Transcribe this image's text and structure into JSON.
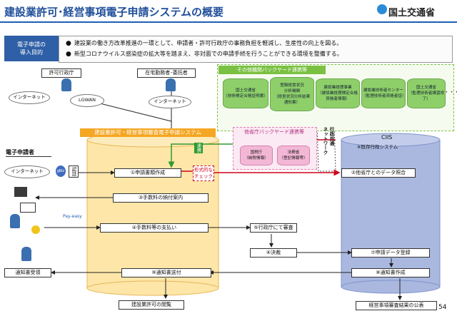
{
  "header": {
    "title": "建設業許可･経営事項電子申請システムの概要",
    "ministry": "国土交通省"
  },
  "purpose": {
    "label": "電子申請の\n導入目的",
    "lines": [
      "建設業の働き方改革推進の一環として、申請者・許可行政庁の事務負担を軽減し、生産性の向上を図る。",
      "新型コロナウイルス感染症の拡大等を踏まえ、非対面での申請手続を行うことができる環境を整備する。"
    ],
    "bullet": "●"
  },
  "actors": {
    "admin": "許可行政庁",
    "remote": "在宅勤務者･委託者",
    "applicant": "電子申請者",
    "internet": "インターネット",
    "lgwan": "LGWAN",
    "auth": "認証",
    "gbiz": "gBiz"
  },
  "system": {
    "jcip_head": "建設業許可・経営事項審査電子申請システム",
    "cis": "CIIS",
    "cis_sub": "※既存行政システム"
  },
  "backyard": {
    "other_head": "その他機関バックヤード連携等",
    "other_items": [
      "国土交通省\n（技術検定合格証明書）",
      "登録経営状況\n分析機関\n（経営状況分析結果\n通知書）",
      "建設業経理事業\n（建設業経理検定合格\n資格者情報）",
      "建設業技術者センター\n（監理技術者資格者証）",
      "国土交通省\n（監理技術者講習修了）"
    ],
    "ellipsis": "・・・",
    "ministry_head": "他省庁バックヤード連携等",
    "ministry_items": [
      "国税庁\n（納税情報）",
      "法務省\n（登記情報等）"
    ]
  },
  "flow": {
    "link": "連携",
    "form_check": "形式的な\nチェック",
    "admin_network": "行政共通\nネットワーク",
    "s1": "①申請書類作成",
    "s2": "②他省庁とのデータ照合",
    "s3": "③手数料の納付案内",
    "s4": "④手数料等の支払い",
    "s5": "⑤行政庁にて審査",
    "s6": "⑥決裁",
    "s7": "⑦申請データ登録",
    "s8": "⑧通知書作成",
    "s9": "⑨通知書送付",
    "notice": "通知書受領",
    "permit": "建設業許可の閲覧",
    "publish": "経営事項審査結果の公表",
    "payeasy": "Pay-easy"
  },
  "page": "54",
  "colors": {
    "blue": "#1f5fb4",
    "orange": "#f5a623",
    "green": "#7ac143",
    "pink": "#e07fb6",
    "cyl_yellow": "#fde6a8",
    "cyl_blue": "#aab8e0",
    "red": "#d0021b"
  }
}
